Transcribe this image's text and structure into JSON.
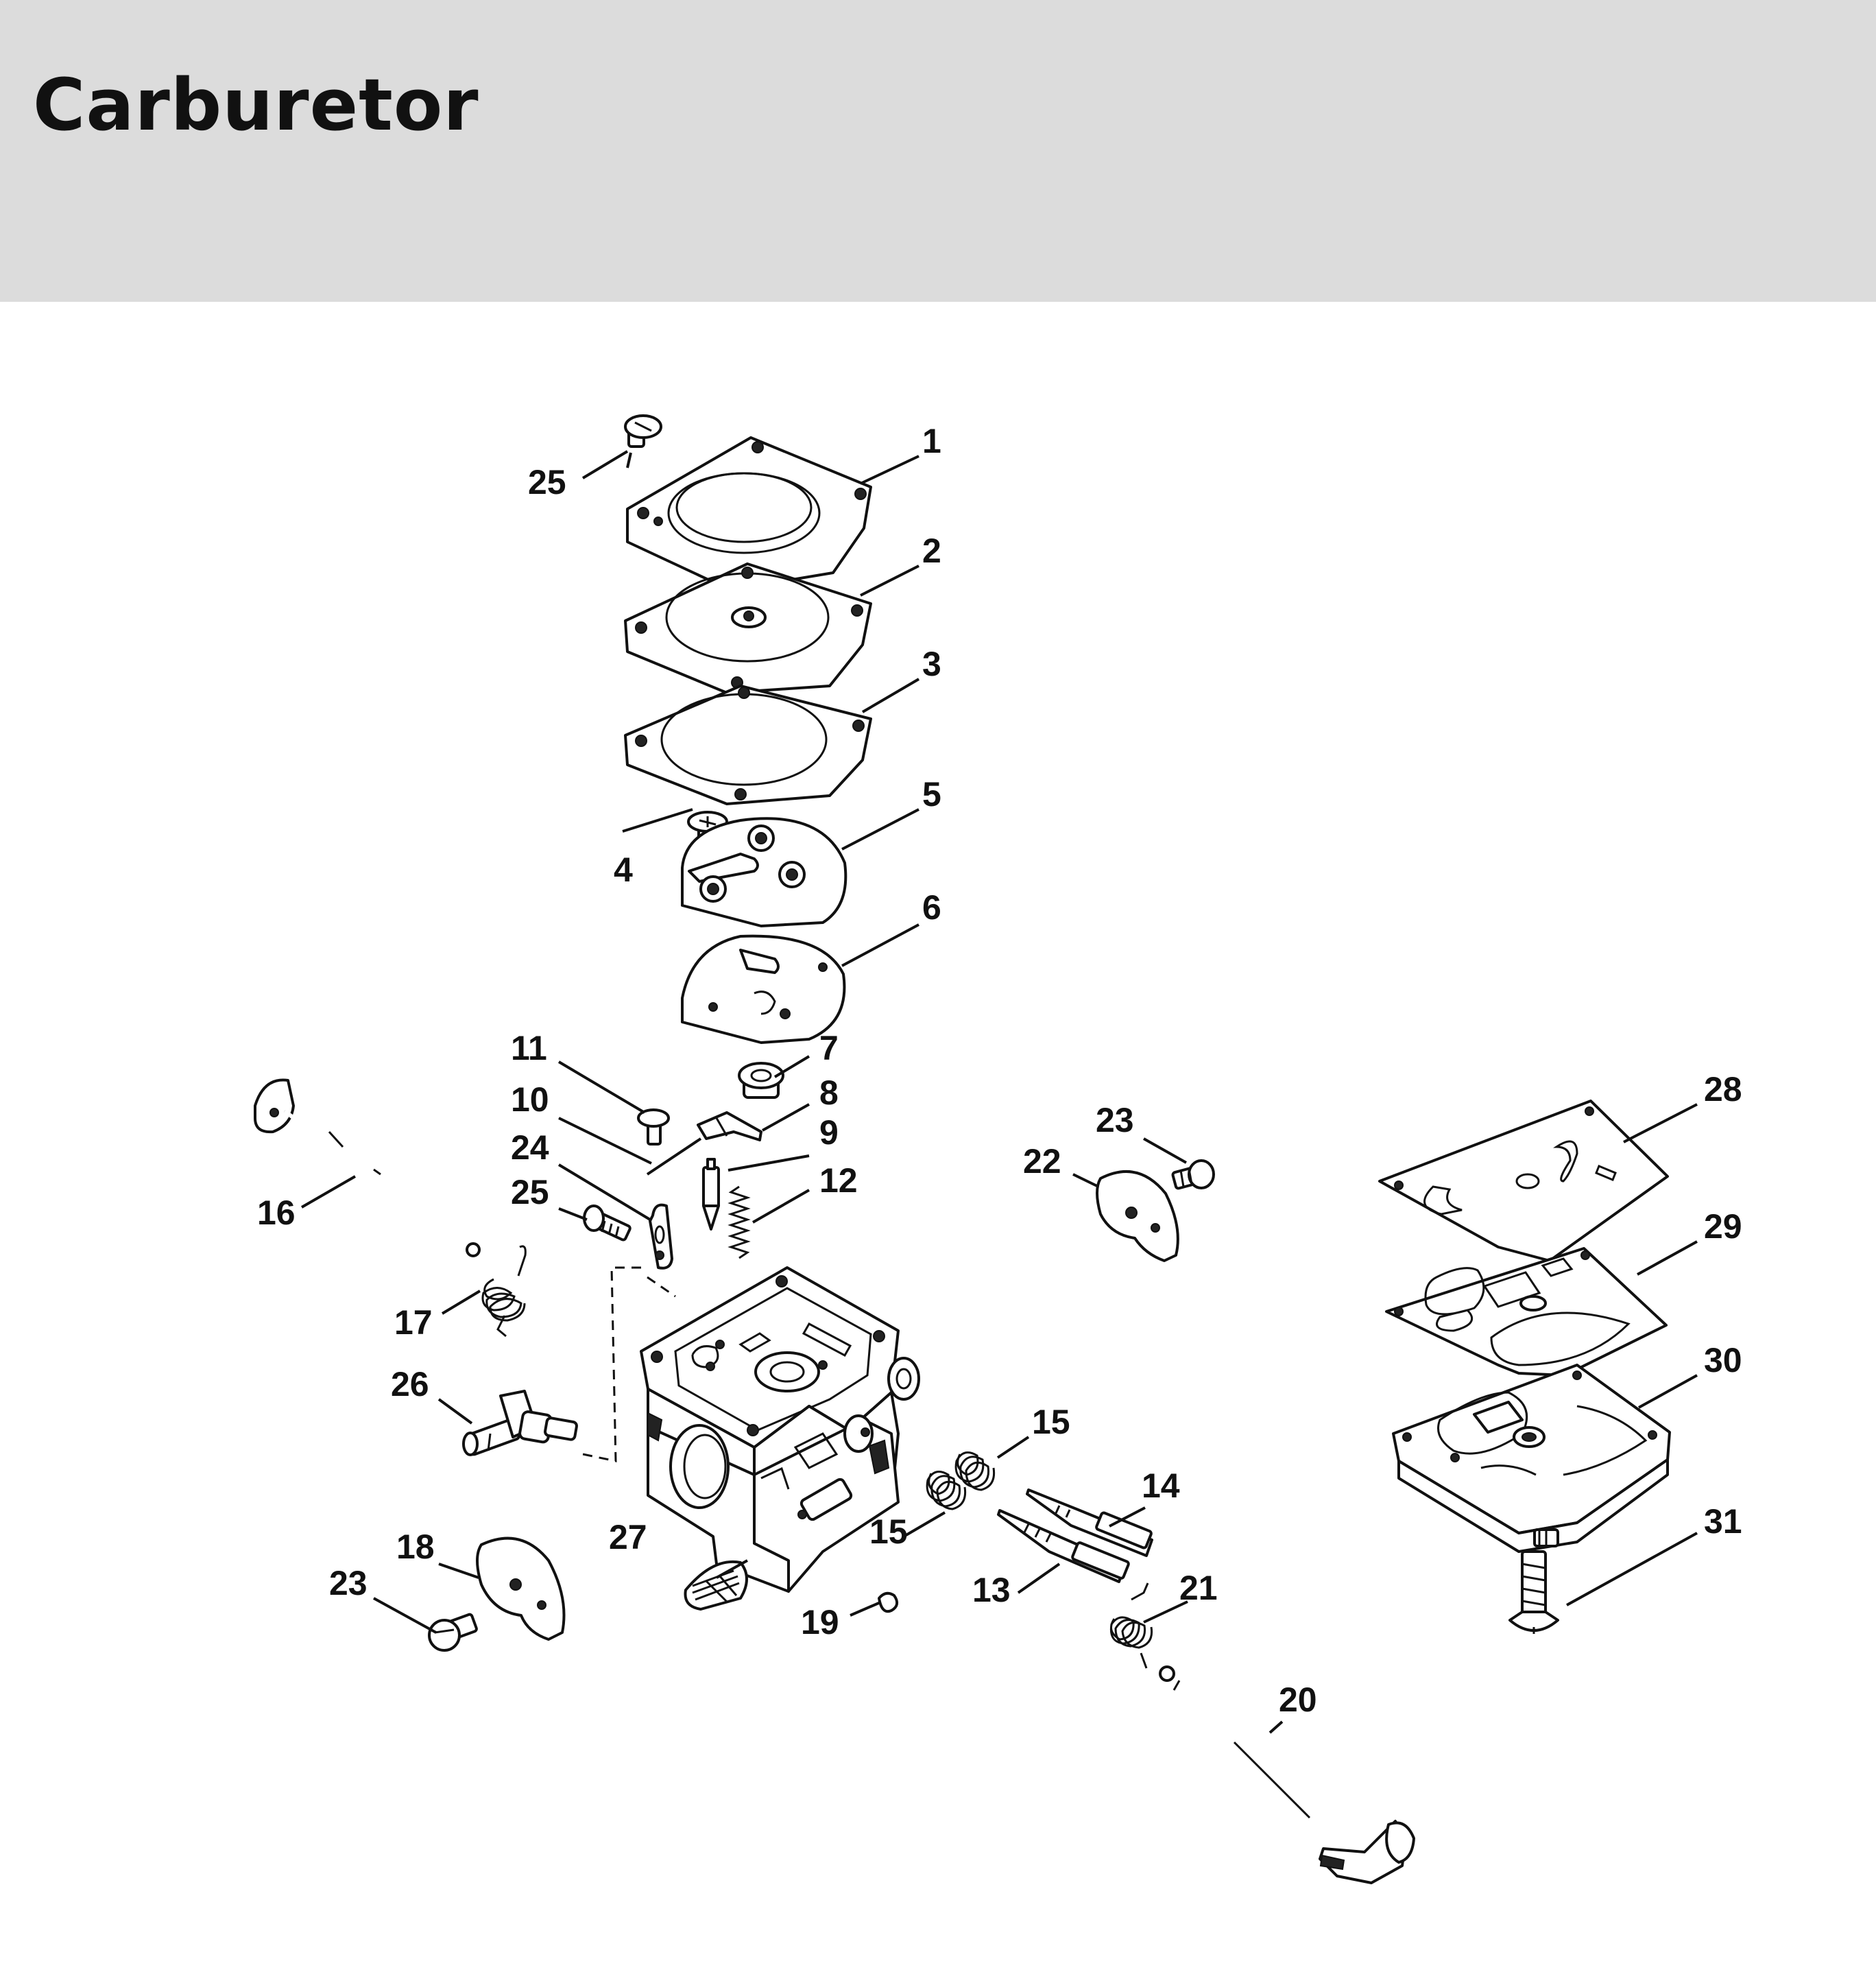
{
  "title": "Carburetor",
  "colors": {
    "header_bg": "#dcdcdc",
    "ink": "#111111",
    "page_bg": "#ffffff"
  },
  "labels": {
    "p1": "1",
    "p2": "2",
    "p3": "3",
    "p4": "4",
    "p5": "5",
    "p6": "6",
    "p7": "7",
    "p8": "8",
    "p9": "9",
    "p10": "10",
    "p11": "11",
    "p12": "12",
    "p13": "13",
    "p14": "14",
    "p15a": "15",
    "p15b": "15",
    "p16": "16",
    "p17": "17",
    "p18": "18",
    "p19": "19",
    "p20": "20",
    "p21": "21",
    "p22": "22",
    "p23a": "23",
    "p23b": "23",
    "p24": "24",
    "p25a": "25",
    "p25b": "25",
    "p26": "26",
    "p27": "27",
    "p28": "28",
    "p29": "29",
    "p30": "30",
    "p31": "31"
  }
}
